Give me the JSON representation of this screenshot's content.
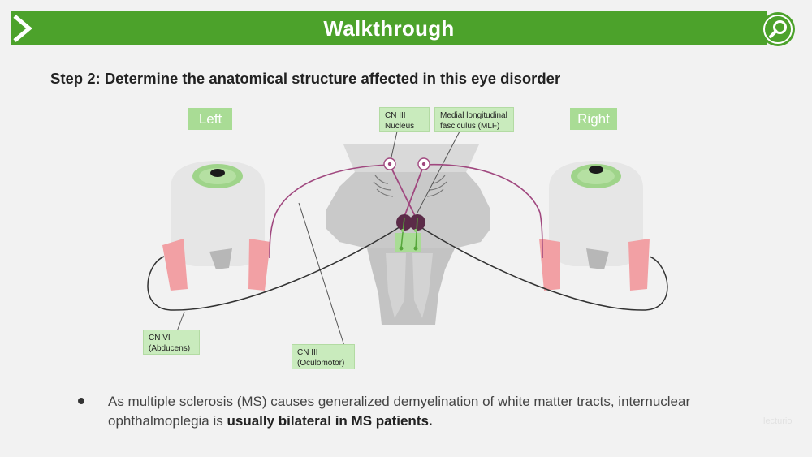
{
  "header": {
    "title": "Walkthrough",
    "banner_color": "#4ca22b",
    "icon": "search-icon"
  },
  "step_title": "Step 2: Determine the anatomical structure affected in this eye disorder",
  "labels": {
    "left": "Left",
    "right": "Right",
    "cn3_nucleus": "CN III\nNucleus",
    "mlf": "Medial longitudinal\nfasciculus (MLF)",
    "cn6": "CN VI\n(Abducens)",
    "cn3": "CN III\n(Oculomotor)"
  },
  "bullet": {
    "text_plain": "As multiple sclerosis (MS) causes generalized demyelination of white matter tracts, internuclear ophthalmoplegia is ",
    "text_bold": "usually bilateral in MS patients."
  },
  "watermark": "lecturio",
  "colors": {
    "accent_green": "#4ca22b",
    "label_green": "#a9dc95",
    "box_green": "#c9ebbd",
    "iris_green": "#9fd48a",
    "muscle_pink": "#f2a0a4",
    "nerve_purple": "#a0487f",
    "nucleus_dark": "#5b2b48"
  }
}
